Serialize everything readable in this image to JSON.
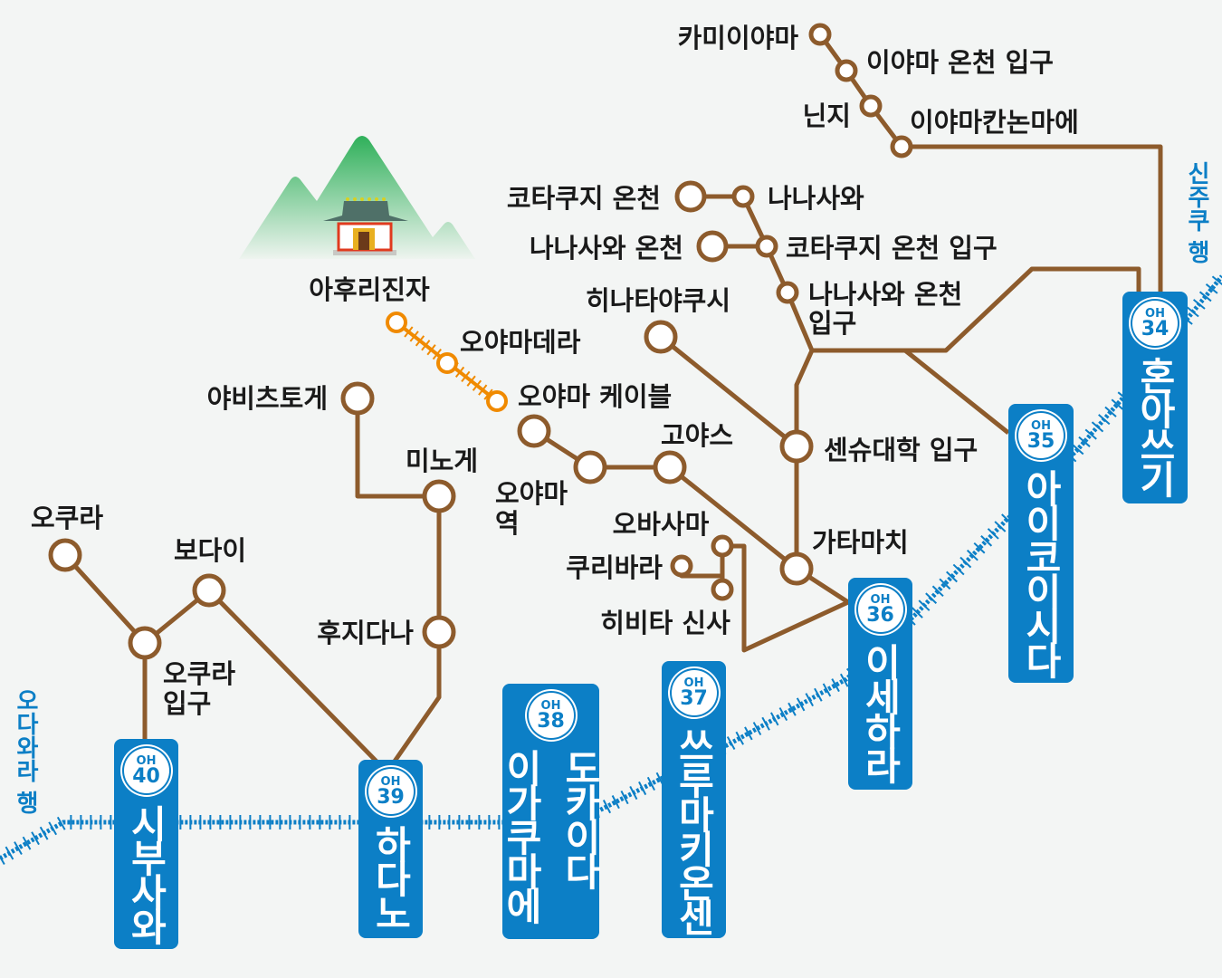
{
  "colors": {
    "line": "#8d5b2c",
    "cable": "#f08a00",
    "main": "#0c7fc6",
    "box": "#0c7fc6"
  },
  "destinations": {
    "west": "오다와라 행",
    "east": "신주쿠 행"
  },
  "main_stations": [
    {
      "code_op": "OH",
      "code_num": "34",
      "name": "혼아쓰기"
    },
    {
      "code_op": "OH",
      "code_num": "35",
      "name": "아이코이시다"
    },
    {
      "code_op": "OH",
      "code_num": "36",
      "name": "이세하라"
    },
    {
      "code_op": "OH",
      "code_num": "37",
      "name": "쓰루마키온센"
    },
    {
      "code_op": "OH",
      "code_num": "38",
      "name_line1": "도카이다",
      "name_line2": "이가쿠마에"
    },
    {
      "code_op": "OH",
      "code_num": "39",
      "name": "하다노"
    },
    {
      "code_op": "OH",
      "code_num": "40",
      "name": "시부사와"
    }
  ],
  "stops": {
    "kamiiyama": "카미이야마",
    "iyama_onsen_iriguchi": "이야마 온천 입구",
    "ninji": "닌지",
    "iyama_kannonmae": "이야마칸논마에",
    "kotakuji_onsen": "코타쿠지 온천",
    "nanasawa": "나나사와",
    "nanasawa_onsen": "나나사와 온천",
    "kotakuji_onsen_iriguchi": "코타쿠지 온천 입구",
    "nanasawa_onsen_iriguchi_1": "나나사와 온천",
    "nanasawa_onsen_iriguchi_2": "입구",
    "hinata_yakushi": "히나타야쿠시",
    "afuri_jinja": "아후리진자",
    "oyamadera": "오야마데라",
    "oyama_cable": "오야마 케이블",
    "yabitsu_toge": "야비츠토게",
    "minoge": "미노게",
    "koyasu": "고야스",
    "oyama_eki_1": "오야마",
    "oyama_eki_2": "역",
    "senshu_daigaku": "센슈대학 입구",
    "obasama": "오바사마",
    "katamachi": "가타마치",
    "kuribara": "쿠리바라",
    "hibita_jinja": "히비타 신사",
    "okura": "오쿠라",
    "bodai": "보다이",
    "okura_iriguchi_1": "오쿠라",
    "okura_iriguchi_2": "입구",
    "fujidana": "후지다나"
  }
}
